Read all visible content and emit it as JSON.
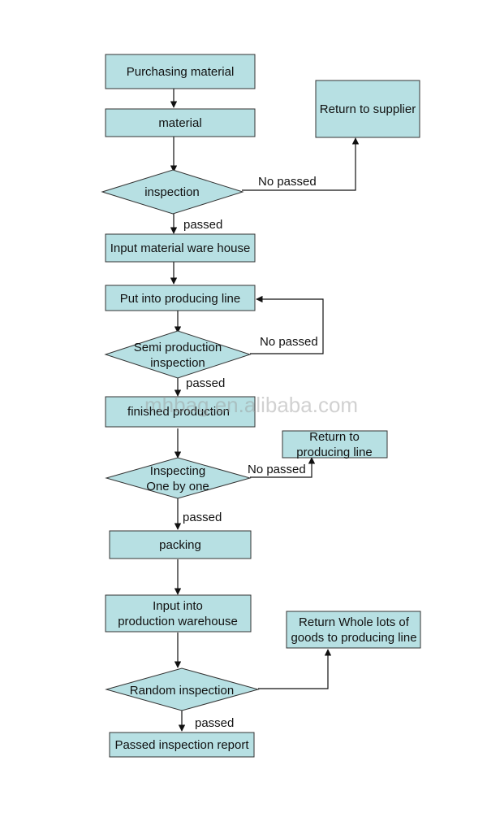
{
  "nodes": {
    "purchasing_material": "Purchasing material",
    "material": "material",
    "return_to_supplier": "Return to supplier",
    "inspection": "inspection",
    "input_material_warehouse": "Input material ware house",
    "put_into_producing_line": "Put into producing line",
    "semi_production_inspection": [
      "Semi production",
      "inspection"
    ],
    "finished_production": "finished production",
    "return_to_producing_line": [
      "Return to",
      "producing line"
    ],
    "inspecting_one_by_one": [
      "Inspecting",
      "One by one"
    ],
    "packing": "packing",
    "input_into_production_warehouse": [
      "Input into",
      "production warehouse"
    ],
    "return_whole_lots": [
      "Return Whole lots of",
      "goods to producing line"
    ],
    "random_inspection": "Random inspection",
    "passed_inspection_report": "Passed inspection report"
  },
  "edge_labels": {
    "no_passed_1": "No passed",
    "passed_1": "passed",
    "no_passed_2": "No passed",
    "passed_2": "passed",
    "no_passed_3": "No passed",
    "passed_3": "passed",
    "passed_4": "passed"
  },
  "watermark": "mhbag.en.alibaba.com",
  "colors": {
    "node_fill": "#b7e0e3",
    "node_border": "#333333",
    "line": "#111111"
  }
}
